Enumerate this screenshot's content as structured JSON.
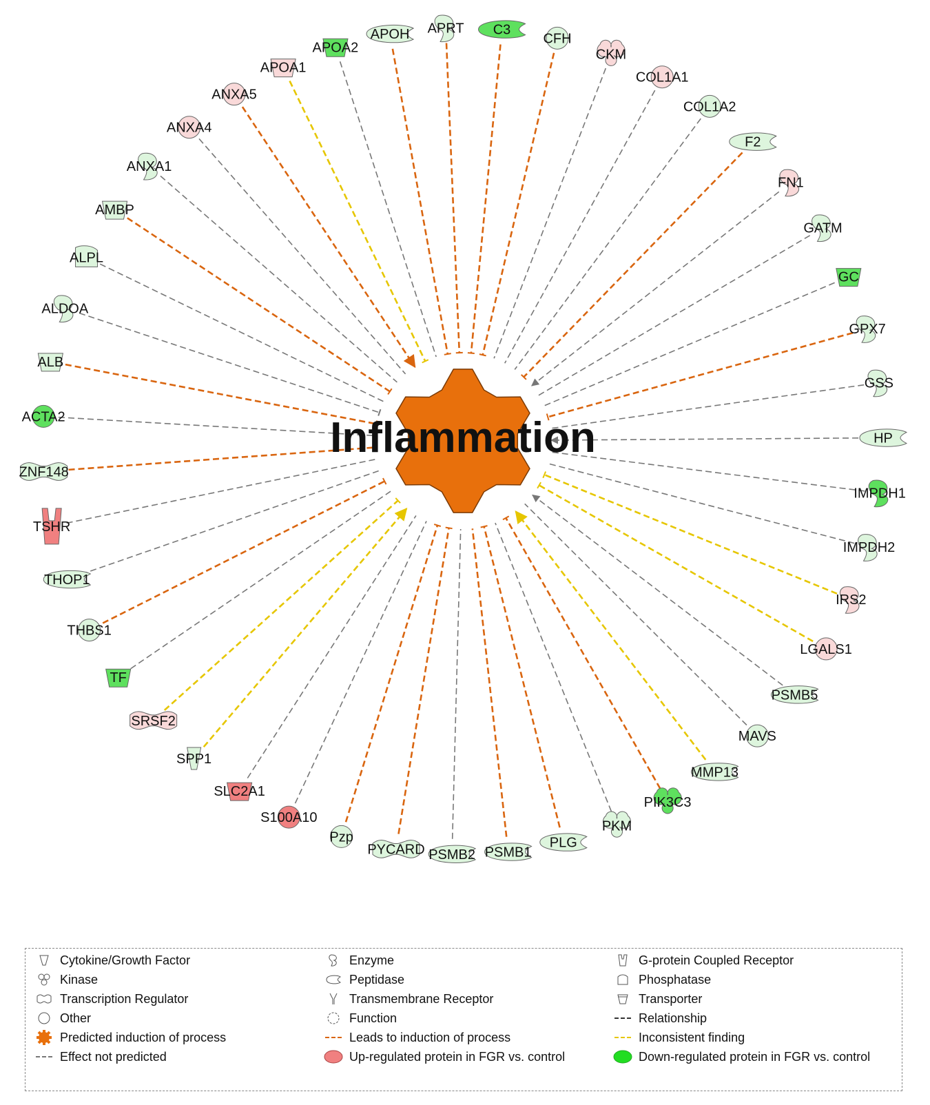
{
  "center": {
    "label": "Inflammation",
    "color": "#E8700C"
  },
  "colors": {
    "up": "#F08080",
    "up_light": "#F9D9D9",
    "down": "#5EE05E",
    "down_light": "#DDF5DD",
    "induction_edge": "#D9650F",
    "inconsistent_edge": "#E6C600",
    "relationship_edge": "#777777"
  },
  "nodes": [
    {
      "label": "APOH",
      "shape": "peptidase",
      "reg": "down_light",
      "edge": "induction",
      "end": "bar"
    },
    {
      "label": "APRT",
      "shape": "enzyme",
      "reg": "down_light",
      "edge": "induction",
      "end": "bar"
    },
    {
      "label": "C3",
      "shape": "peptidase",
      "reg": "down",
      "edge": "induction",
      "end": "bar"
    },
    {
      "label": "CFH",
      "shape": "other",
      "reg": "down_light",
      "edge": "induction",
      "end": "bar"
    },
    {
      "label": "CKM",
      "shape": "kinase",
      "reg": "up_light",
      "edge": "relationship",
      "end": "none"
    },
    {
      "label": "COL1A1",
      "shape": "other",
      "reg": "up_light",
      "edge": "relationship",
      "end": "none"
    },
    {
      "label": "COL1A2",
      "shape": "other",
      "reg": "down_light",
      "edge": "relationship",
      "end": "none"
    },
    {
      "label": "F2",
      "shape": "peptidase",
      "reg": "down_light",
      "edge": "induction",
      "end": "bar"
    },
    {
      "label": "FN1",
      "shape": "enzyme",
      "reg": "up_light",
      "edge": "relationship",
      "end": "arrow"
    },
    {
      "label": "GATM",
      "shape": "enzyme",
      "reg": "down_light",
      "edge": "relationship",
      "end": "none"
    },
    {
      "label": "GC",
      "shape": "transporter",
      "reg": "down",
      "edge": "relationship",
      "end": "none"
    },
    {
      "label": "GPX7",
      "shape": "enzyme",
      "reg": "down_light",
      "edge": "induction",
      "end": "bar"
    },
    {
      "label": "GSS",
      "shape": "enzyme",
      "reg": "down_light",
      "edge": "relationship",
      "end": "none"
    },
    {
      "label": "HP",
      "shape": "peptidase",
      "reg": "down_light",
      "edge": "relationship",
      "end": "arrow"
    },
    {
      "label": "IMPDH1",
      "shape": "enzyme",
      "reg": "down",
      "edge": "relationship",
      "end": "none"
    },
    {
      "label": "IMPDH2",
      "shape": "enzyme",
      "reg": "down_light",
      "edge": "relationship",
      "end": "none"
    },
    {
      "label": "IRS2",
      "shape": "enzyme",
      "reg": "up_light",
      "edge": "inconsistent",
      "end": "bar"
    },
    {
      "label": "LGALS1",
      "shape": "other",
      "reg": "up_light",
      "edge": "inconsistent",
      "end": "bar"
    },
    {
      "label": "PSMB5",
      "shape": "peptidase",
      "reg": "down_light",
      "edge": "relationship",
      "end": "arrow"
    },
    {
      "label": "MAVS",
      "shape": "other",
      "reg": "down_light",
      "edge": "relationship",
      "end": "none"
    },
    {
      "label": "MMP13",
      "shape": "peptidase",
      "reg": "down_light",
      "edge": "inconsistent",
      "end": "arrow"
    },
    {
      "label": "PIK3C3",
      "shape": "kinase",
      "reg": "down",
      "edge": "induction",
      "end": "bar"
    },
    {
      "label": "PKM",
      "shape": "kinase",
      "reg": "down_light",
      "edge": "relationship",
      "end": "none"
    },
    {
      "label": "PLG",
      "shape": "peptidase",
      "reg": "down_light",
      "edge": "induction",
      "end": "bar"
    },
    {
      "label": "PSMB1",
      "shape": "peptidase",
      "reg": "down_light",
      "edge": "induction",
      "end": "none"
    },
    {
      "label": "PSMB2",
      "shape": "peptidase",
      "reg": "down_light",
      "edge": "relationship",
      "end": "none"
    },
    {
      "label": "PYCARD",
      "shape": "transcription",
      "reg": "down_light",
      "edge": "induction",
      "end": "bar"
    },
    {
      "label": "Pzp",
      "shape": "other",
      "reg": "down_light",
      "edge": "induction",
      "end": "bar"
    },
    {
      "label": "S100A10",
      "shape": "other",
      "reg": "up",
      "edge": "relationship",
      "end": "none"
    },
    {
      "label": "SLC2A1",
      "shape": "transporter",
      "reg": "up",
      "edge": "relationship",
      "end": "none"
    },
    {
      "label": "SPP1",
      "shape": "cytokine",
      "reg": "down_light",
      "edge": "inconsistent",
      "end": "arrow"
    },
    {
      "label": "SRSF2",
      "shape": "transcription",
      "reg": "up_light",
      "edge": "inconsistent",
      "end": "bar"
    },
    {
      "label": "TF",
      "shape": "transporter",
      "reg": "down",
      "edge": "relationship",
      "end": "none"
    },
    {
      "label": "THBS1",
      "shape": "other",
      "reg": "down_light",
      "edge": "induction",
      "end": "bar"
    },
    {
      "label": "THOP1",
      "shape": "peptidase",
      "reg": "down_light",
      "edge": "relationship",
      "end": "none"
    },
    {
      "label": "TSHR",
      "shape": "gpcr",
      "reg": "up",
      "edge": "relationship",
      "end": "none"
    },
    {
      "label": "ZNF148",
      "shape": "transcription",
      "reg": "down_light",
      "edge": "induction",
      "end": "bar"
    },
    {
      "label": "ACTA2",
      "shape": "other",
      "reg": "down",
      "edge": "relationship",
      "end": "none"
    },
    {
      "label": "ALB",
      "shape": "transporter",
      "reg": "down_light",
      "edge": "induction",
      "end": "bar"
    },
    {
      "label": "ALDOA",
      "shape": "enzyme",
      "reg": "down_light",
      "edge": "relationship",
      "end": "bar"
    },
    {
      "label": "ALPL",
      "shape": "phosphatase",
      "reg": "down_light",
      "edge": "relationship",
      "end": "none"
    },
    {
      "label": "AMBP",
      "shape": "transporter",
      "reg": "down_light",
      "edge": "induction",
      "end": "bar"
    },
    {
      "label": "ANXA1",
      "shape": "enzyme",
      "reg": "down_light",
      "edge": "relationship",
      "end": "none"
    },
    {
      "label": "ANXA4",
      "shape": "other",
      "reg": "up_light",
      "edge": "relationship",
      "end": "none"
    },
    {
      "label": "ANXA5",
      "shape": "other",
      "reg": "up_light",
      "edge": "induction",
      "end": "arrow"
    },
    {
      "label": "APOA1",
      "shape": "transporter",
      "reg": "up_light",
      "edge": "inconsistent",
      "end": "bar"
    },
    {
      "label": "APOA2",
      "shape": "transporter",
      "reg": "down",
      "edge": "relationship",
      "end": "none"
    }
  ],
  "legend": {
    "items": [
      {
        "label": "Cytokine/Growth Factor",
        "icon": "cytokine-icon"
      },
      {
        "label": "Enzyme",
        "icon": "enzyme-icon"
      },
      {
        "label": "G-protein Coupled Receptor",
        "icon": "gpcr-icon"
      },
      {
        "label": "Kinase",
        "icon": "kinase-icon"
      },
      {
        "label": "Peptidase",
        "icon": "peptidase-icon"
      },
      {
        "label": "Phosphatase",
        "icon": "phosphatase-icon"
      },
      {
        "label": "Transcription Regulator",
        "icon": "transcription-regulator-icon"
      },
      {
        "label": "Transmembrane Receptor",
        "icon": "transmembrane-receptor-icon"
      },
      {
        "label": "Transporter",
        "icon": "transporter-icon"
      },
      {
        "label": "Other",
        "icon": "other-icon"
      },
      {
        "label": "Function",
        "icon": "function-icon"
      },
      {
        "label": "Relationship",
        "icon": "relationship-line-icon"
      },
      {
        "label": "Predicted induction of process",
        "icon": "predicted-induction-icon"
      },
      {
        "label": "Leads to induction of process",
        "icon": "induction-line-icon"
      },
      {
        "label": "Inconsistent finding",
        "icon": "inconsistent-line-icon"
      },
      {
        "label": "Effect not predicted",
        "icon": "not-predicted-line-icon"
      },
      {
        "label": "Up-regulated protein in FGR vs. control",
        "icon": "up-regulated-swatch-icon"
      },
      {
        "label": "Down-regulated protein in FGR vs. control",
        "icon": "down-regulated-swatch-icon"
      }
    ]
  }
}
